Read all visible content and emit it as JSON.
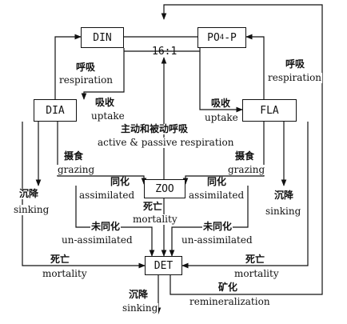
{
  "nodes": {
    "din": "DIN",
    "po4": "PO",
    "po4_sub": "4",
    "po4_suffix": "-P",
    "dia": "DIA",
    "fla": "FLA",
    "zoo": "ZOO",
    "det": "DET"
  },
  "ratio": "16:1",
  "labels": {
    "resp_left_zh": "呼吸",
    "resp_left_en": "respiration",
    "resp_right_zh": "呼吸",
    "resp_right_en": "respiration",
    "uptake_left_zh": "吸收",
    "uptake_left_en": "uptake",
    "uptake_right_zh": "吸收",
    "uptake_right_en": "uptake",
    "active_zh": "主动和被动呼吸",
    "active_en": "active & passive respiration",
    "grazing_left_zh": "摄食",
    "grazing_left_en": "grazing",
    "grazing_right_zh": "摄食",
    "grazing_right_en": "grazing",
    "assim_left_zh": "同化",
    "assim_left_en": "assimilated",
    "assim_right_zh": "同化",
    "assim_right_en": "assimilated",
    "sink_left_zh": "沉降",
    "sink_left_en": "sinking",
    "sink_right_zh": "沉降",
    "sink_right_en": "sinking",
    "zoo_mort_zh": "死亡",
    "zoo_mort_en": "mortality",
    "unassim_left_zh": "未同化",
    "unassim_left_en": "un-assimilated",
    "unassim_right_zh": "未同化",
    "unassim_right_en": "un-assimilated",
    "mort_left_zh": "死亡",
    "mort_left_en": "mortality",
    "mort_right_zh": "死亡",
    "mort_right_en": "mortality",
    "remin_zh": "矿化",
    "remin_en": "remineralization",
    "sink_det_zh": "沉降",
    "sink_det_en": "sinking"
  }
}
